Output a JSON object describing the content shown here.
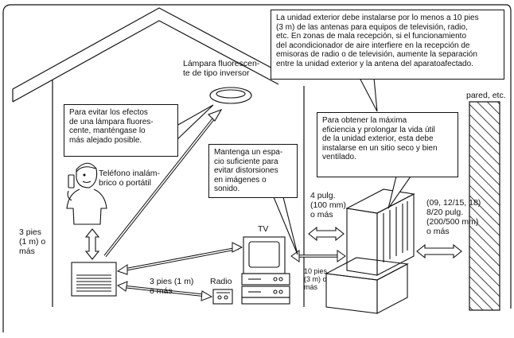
{
  "callouts": {
    "exterior_unit": "La unidad exterior debe instalarse por lo menos a 10 pies\n(3 m) de las antenas para equipos de televisión, radio,\netc. En zonas de mala recepción, si el funcionamiento\ndel acondicionador de aire interfiere en la recepción de\nemisoras de radio o de televisión, aumente la separación\nentre la unidad exterior y la antena del aparatoafectado.",
    "fluorescent": "Para evitar los efectos\nde una lámpara fluores-\ncente, manténgase lo\nmás alejado posible.",
    "space": "Mantenga un espa-\ncio suficiente para\nevitar distorsiones\nen imágenes o\nsonido.",
    "efficiency": "Para obtener la máxima\neficiencia y prolongar la vida útil\nde la unidad exterior, esta debe\ninstalarse en un sitio seco y bien\nventilado."
  },
  "labels": {
    "lamp": "Lámpara fluorescen-\nte de tipo inversor",
    "wall": "pared, etc.",
    "phone": "Teléfono inalám-\nbrico o portátil",
    "dist_3ft_vertical": "3 pies\n(1 m) o\nmás",
    "dist_3ft_horizontal": "3 pies (1 m)\no más",
    "tv": "TV",
    "radio": "Radio",
    "dist_4in": "4 pulg.\n(100 mm)\no más",
    "dist_rear": "(09, 12/15, 18)\n8/20 pulg.\n(200/500 mm)\no más",
    "dist_10ft": "10 pies\n(3 m) o\nmás"
  }
}
